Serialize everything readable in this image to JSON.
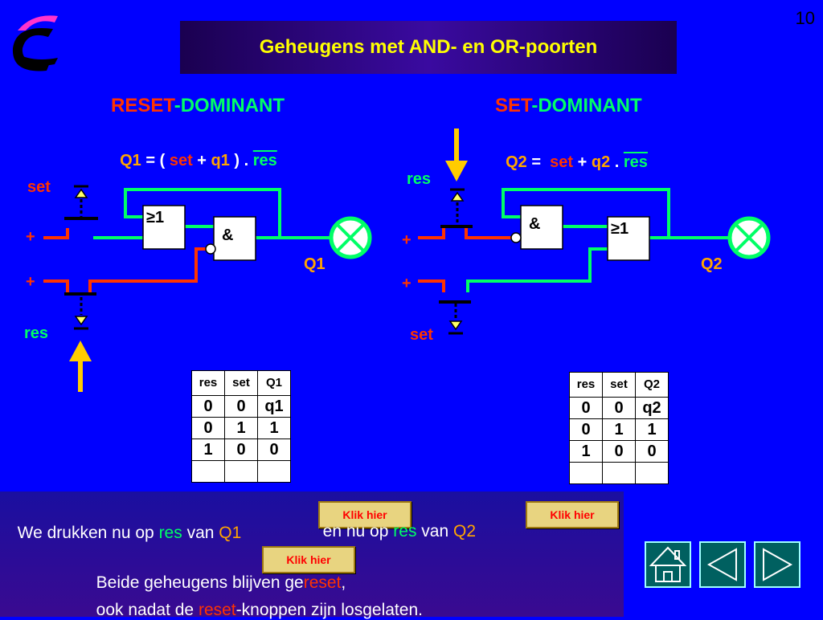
{
  "page_number": "10",
  "title": "Geheugens met AND- en  OR-poorten",
  "left": {
    "heading_red": "RESET",
    "heading_rest": "-DOMINANT",
    "eq_q": "Q1",
    "eq_a": " = ( ",
    "eq_set": "set",
    "eq_plus": " + ",
    "eq_q1": "q1",
    "eq_b": " ) . ",
    "eq_res": "res",
    "label_set": "set",
    "label_res": "res",
    "plus1": "+",
    "plus2": "+",
    "or_gate": "≥1",
    "and_gate": "&",
    "output": "Q1",
    "table": {
      "headers": [
        "res",
        "set",
        "Q1"
      ],
      "rows": [
        [
          "0",
          "0",
          "q1"
        ],
        [
          "0",
          "1",
          "1"
        ],
        [
          "1",
          "0",
          "0"
        ],
        [
          "",
          "",
          ""
        ]
      ]
    }
  },
  "right": {
    "heading_red": "SET",
    "heading_rest": "-DOMINANT",
    "eq_q": "Q2",
    "eq_a": " =  ",
    "eq_set": "set",
    "eq_plus": " + ",
    "eq_q2": "q2",
    "eq_b": " . ",
    "eq_res": "res",
    "label_res": "res",
    "label_set": "set",
    "plus1": "+",
    "plus2": "+",
    "and_gate": "&",
    "or_gate": "≥1",
    "output": "Q2",
    "table": {
      "headers": [
        "res",
        "set",
        "Q2"
      ],
      "rows": [
        [
          "0",
          "0",
          "q2"
        ],
        [
          "0",
          "1",
          "1"
        ],
        [
          "1",
          "0",
          "0"
        ],
        [
          "",
          "",
          ""
        ]
      ]
    }
  },
  "bottom": {
    "line1_a": "We drukken nu op ",
    "line1_res": "res",
    "line1_b": " van ",
    "line1_q1": "Q1",
    "line1_c": "en nu op ",
    "line1_res2": "res",
    "line1_d": " van ",
    "line1_q2": "Q2",
    "klik1": "Klik hier",
    "klik2": "Klik hier",
    "klik3": "Klik hier",
    "line2_a": "Beide geheugens blijven ge",
    "line2_reset": "reset",
    "line2_b": ",",
    "line3_a": "ook nadat de ",
    "line3_reset": "reset",
    "line3_b": "-knoppen zijn losgelaten."
  },
  "nav": [
    "home-icon",
    "previous-icon",
    "next-icon"
  ],
  "colors": {
    "background": "#0000ff",
    "title_text": "#ffff00",
    "green_wire": "#00ff66",
    "red_wire": "#ff3300",
    "arrow": "#ffcc00",
    "lamp": "#00ff66"
  }
}
